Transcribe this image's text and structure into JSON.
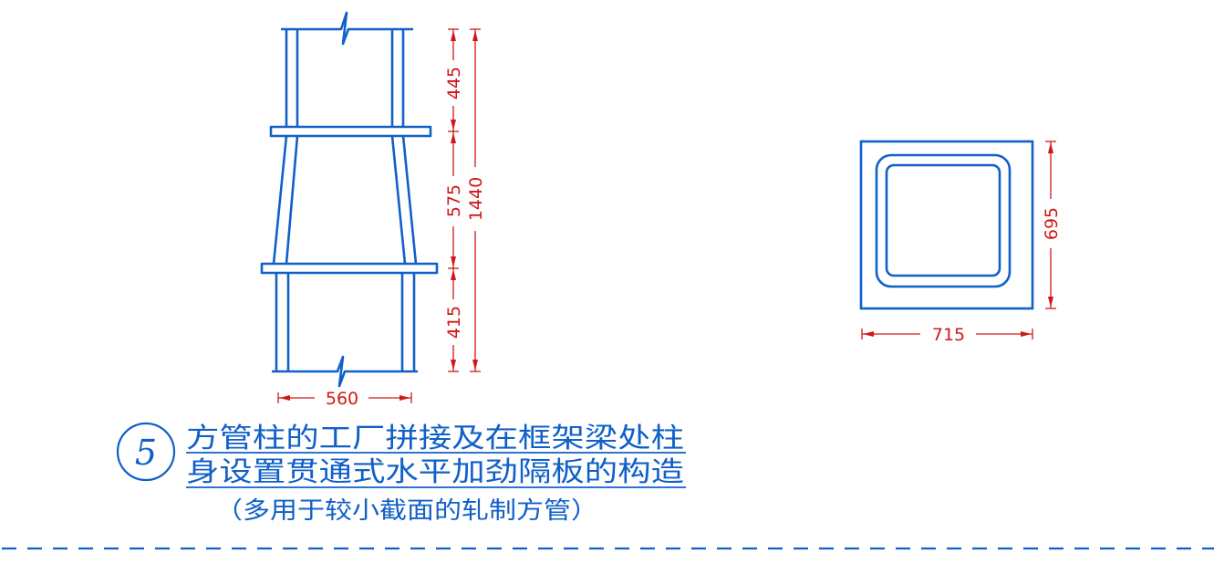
{
  "colors": {
    "structure": "#1060c8",
    "dimension": "#d01818",
    "background": "#ffffff"
  },
  "elevation": {
    "dim_total": "1440",
    "dim_upper": "445",
    "dim_middle": "575",
    "dim_lower": "415",
    "dim_width": "560"
  },
  "section": {
    "dim_width": "715",
    "dim_height": "695"
  },
  "caption": {
    "number": "5",
    "line1": "方管柱的工厂拼接及在框架梁处柱",
    "line2": "身设置贯通式水平加劲隔板的构造",
    "note": "（多用于较小截面的轧制方管）"
  }
}
